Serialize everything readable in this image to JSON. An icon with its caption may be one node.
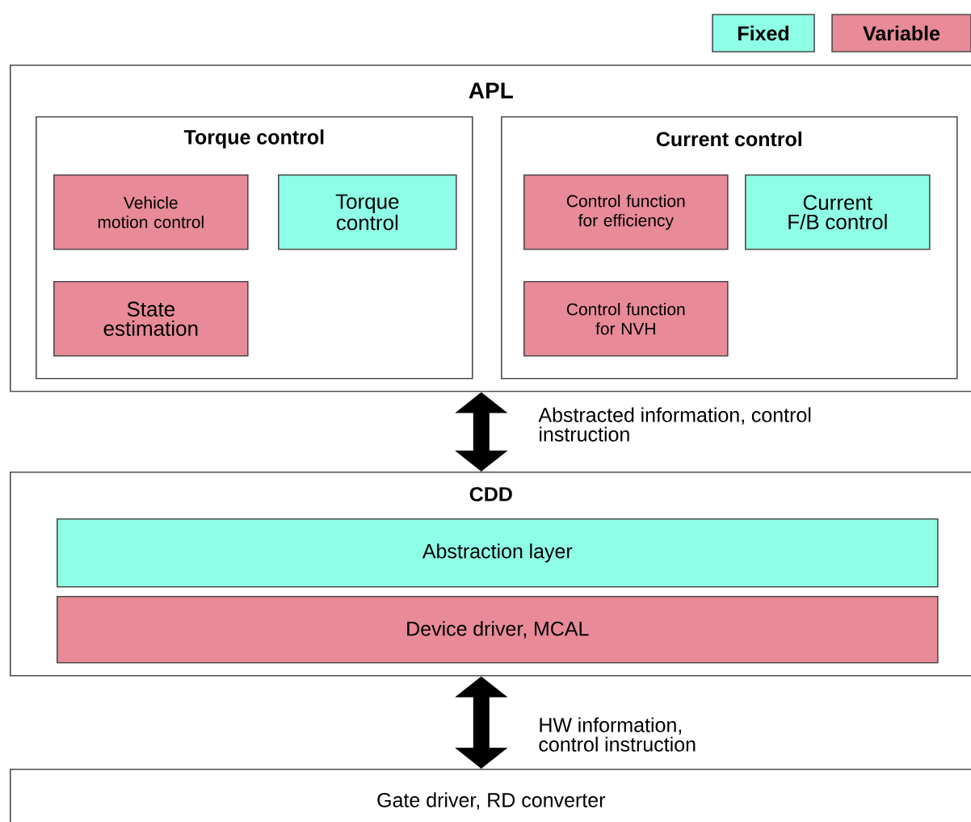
{
  "diagram": {
    "nodes": [
      {
        "text": [
          "APL"
        ]
      },
      {
        "text": [
          "Torque control"
        ],
        "in": 0
      },
      {
        "text": [
          "Vehicle motion control"
        ],
        "in": 1
      },
      {
        "text": [
          "Torque control"
        ],
        "in": 1
      },
      {
        "text": [
          "State estimation"
        ],
        "in": 1
      },
      {
        "text": [
          "Current control"
        ],
        "in": 0
      },
      {
        "text": [
          "Control function for efficiency"
        ],
        "in": 5
      },
      {
        "text": [
          "Current F/B control"
        ],
        "in": 5
      },
      {
        "text": [
          "Control function for NVH"
        ],
        "in": 5
      },
      {
        "text": [
          "CDD"
        ]
      },
      {
        "text": [
          "Abstraction layer"
        ],
        "in": 9
      },
      {
        "text": [
          "Device driver, MCAL"
        ],
        "in": 9
      },
      {
        "text": [
          "Gate driver, RD converter"
        ]
      }
    ],
    "edges": [
      {
        "from": 0,
        "to": 9,
        "arrow": "both",
        "label": "Abstracted information, control instruction"
      },
      {
        "from": 9,
        "to": 12,
        "arrow": "both",
        "label": "HW information, control instruction"
      }
    ],
    "legend": [
      {
        "text": "Fixed",
        "color": "#8effe6"
      },
      {
        "text": "Variable",
        "color": "#e88a98"
      }
    ]
  }
}
